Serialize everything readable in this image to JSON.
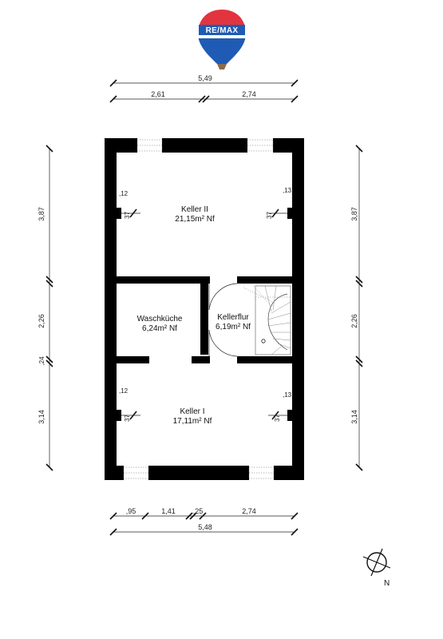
{
  "logo": {
    "text": "RE/MAX",
    "colors": {
      "top": "#e2343f",
      "middle": "#ffffff",
      "bottom": "#1f5bb4",
      "band": "#1f5bb4"
    }
  },
  "dimensions": {
    "top_total": "5,49",
    "top_left": "2,61",
    "top_right": "2,74",
    "bottom_a": ",95",
    "bottom_b": "1,41",
    "bottom_c": ",25",
    "bottom_d": "2,74",
    "bottom_total": "5,48",
    "left_upper": "3,87",
    "left_middle": "2,26",
    "left_gap": ",24",
    "left_lower": "3,14",
    "right_upper": "3,87",
    "right_middle": "2,26",
    "right_lower": "3,14"
  },
  "rooms": {
    "keller2": {
      "name": "Keller II",
      "area": "21,15m² Nf"
    },
    "waschkueche": {
      "name": "Waschküche",
      "area": "6,24m² Nf"
    },
    "kellerflur": {
      "name": "Kellerflur",
      "area": "6,19m² Nf"
    },
    "keller1": {
      "name": "Keller I",
      "area": "17,11m² Nf"
    }
  },
  "labels": {
    "niche_upper_left_w": ",12",
    "niche_upper_left_d": "37",
    "niche_upper_right_w": ",13",
    "niche_upper_right_d": "37",
    "niche_lower_left_w": ",12",
    "niche_lower_left_d": "37",
    "niche_lower_right_w": ",13",
    "niche_lower_right_d": "37"
  },
  "compass": {
    "label": "N"
  }
}
